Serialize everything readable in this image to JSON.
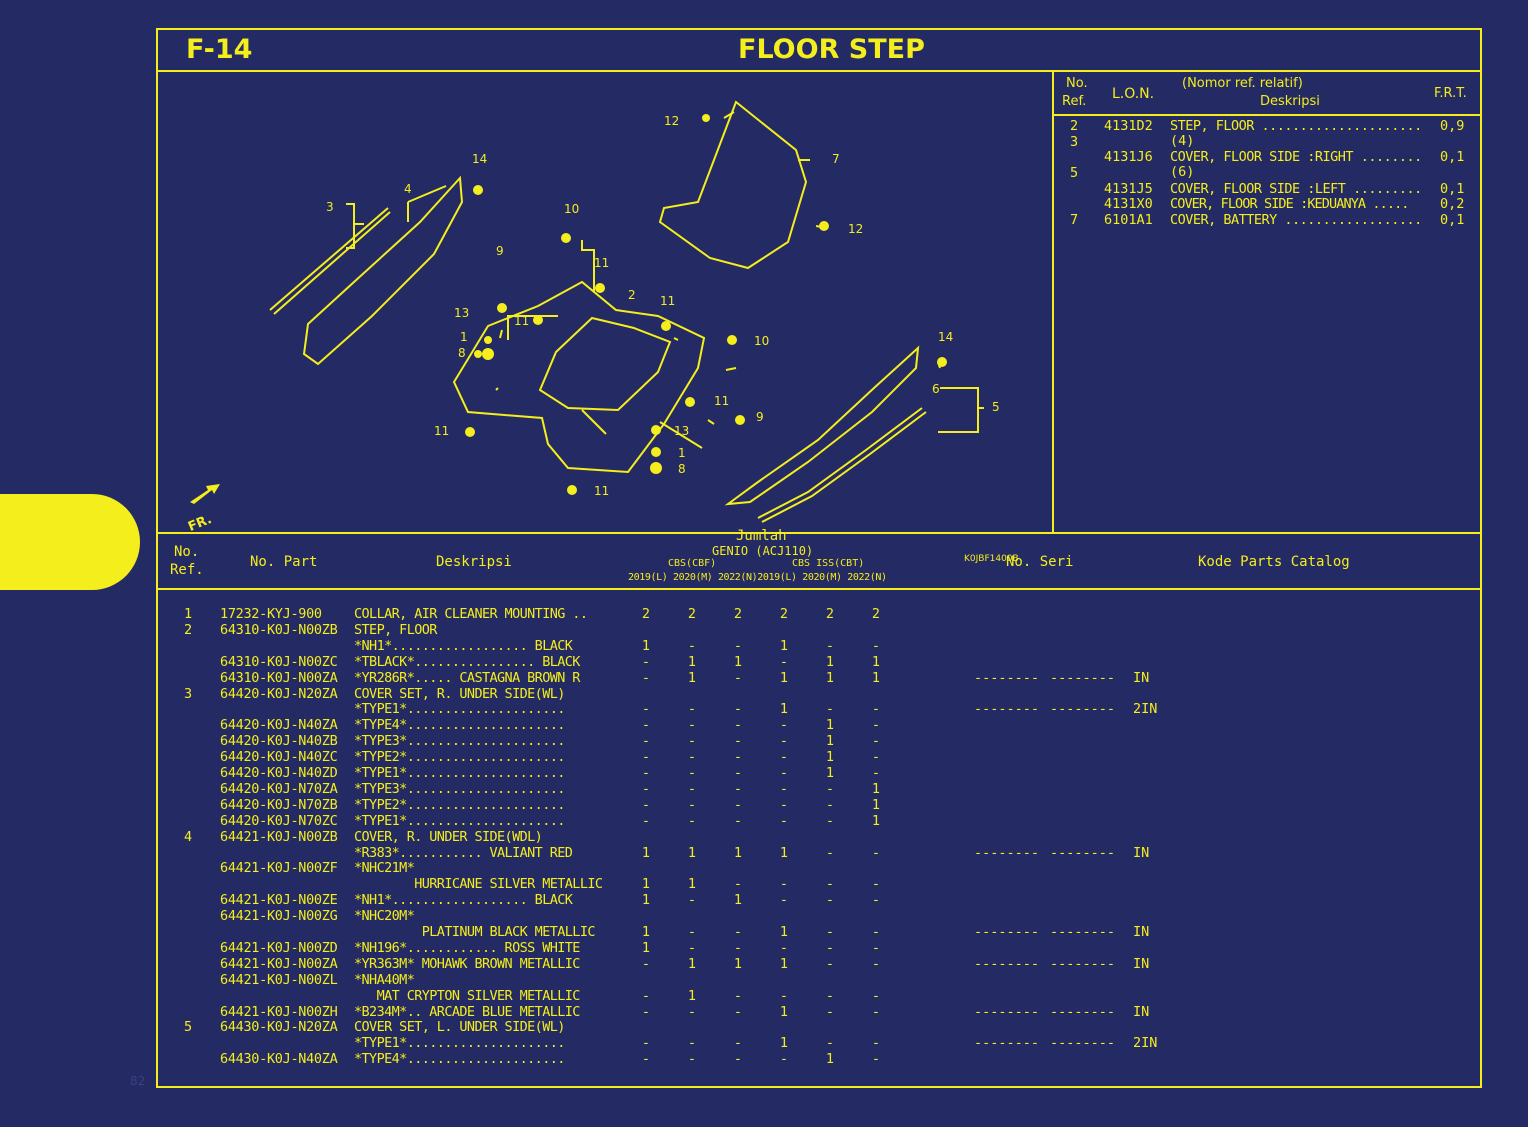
{
  "section_code": "F-14",
  "section_title": "FLOOR STEP",
  "drawing_id": "K0JBF1400B",
  "front_marker": "FR.",
  "callouts": [
    "1",
    "2",
    "3",
    "4",
    "5",
    "6",
    "7",
    "8",
    "9",
    "10",
    "11",
    "12",
    "13",
    "14"
  ],
  "ref_table": {
    "headers": {
      "no": "No.",
      "ref": "Ref.",
      "lon": "L.O.N.",
      "nomor": "(Nomor ref. relatif)",
      "deskripsi": "Deskripsi",
      "frt": "F.R.T."
    },
    "rows": [
      {
        "ref": "2",
        "lon": "4131D2",
        "desc": "STEP, FLOOR",
        "frt": "0,9",
        "note": "(4)"
      },
      {
        "ref": "3",
        "lon": "",
        "desc": "",
        "frt": "",
        "note": ""
      },
      {
        "ref": "",
        "lon": "4131J6",
        "desc": "COVER, FLOOR SIDE :RIGHT",
        "frt": "0,1",
        "note": "(6)"
      },
      {
        "ref": "5",
        "lon": "",
        "desc": "",
        "frt": "",
        "note": ""
      },
      {
        "ref": "",
        "lon": "4131J5",
        "desc": "COVER, FLOOR SIDE :LEFT",
        "frt": "0,1",
        "note": ""
      },
      {
        "ref": "",
        "lon": "4131X0",
        "desc": "COVER, FLOOR SIDE :KEDUANYA",
        "frt": "0,2",
        "note": ""
      },
      {
        "ref": "7",
        "lon": "6101A1",
        "desc": "COVER, BATTERY",
        "frt": "0,1",
        "note": ""
      }
    ]
  },
  "parts_header": {
    "no": "No.",
    "ref": "Ref.",
    "part": "No. Part",
    "desc": "Deskripsi",
    "jumlah": "Jumlah",
    "model": "GENIO (ACJ110)",
    "group1": "CBS(CBF)",
    "group2": "CBS ISS(CBT)",
    "years": [
      "2019(L)",
      "2020(M)",
      "2022(N)",
      "2019(L)",
      "2020(M)",
      "2022(N)"
    ],
    "seri": "No. Seri",
    "kode": "Kode Parts Catalog"
  },
  "parts": [
    {
      "ref": "1",
      "part": "17232-KYJ-900",
      "desc": "COLLAR, AIR CLEANER MOUNTING ..",
      "q": [
        "2",
        "2",
        "2",
        "2",
        "2",
        "2"
      ],
      "seri1": "",
      "seri2": "",
      "kode": ""
    },
    {
      "ref": "2",
      "part": "64310-K0J-N00ZB",
      "desc": "STEP, FLOOR",
      "q": [
        "",
        "",
        "",
        "",
        "",
        ""
      ],
      "seri1": "",
      "seri2": "",
      "kode": ""
    },
    {
      "ref": "",
      "part": "",
      "desc": "*NH1*.................. BLACK",
      "q": [
        "1",
        "-",
        "-",
        "1",
        "-",
        "-"
      ],
      "seri1": "",
      "seri2": "",
      "kode": ""
    },
    {
      "ref": "",
      "part": "64310-K0J-N00ZC",
      "desc": "*TBLACK*................ BLACK",
      "q": [
        "-",
        "1",
        "1",
        "-",
        "1",
        "1"
      ],
      "seri1": "",
      "seri2": "",
      "kode": ""
    },
    {
      "ref": "",
      "part": "64310-K0J-N00ZA",
      "desc": "*YR286R*..... CASTAGNA BROWN R",
      "q": [
        "-",
        "1",
        "-",
        "1",
        "1",
        "1"
      ],
      "seri1": "--------",
      "seri2": "--------",
      "kode": "IN"
    },
    {
      "ref": "3",
      "part": "64420-K0J-N20ZA",
      "desc": "COVER SET, R. UNDER SIDE(WL)",
      "q": [
        "",
        "",
        "",
        "",
        "",
        ""
      ],
      "seri1": "",
      "seri2": "",
      "kode": ""
    },
    {
      "ref": "",
      "part": "",
      "desc": "*TYPE1*.....................",
      "q": [
        "-",
        "-",
        "-",
        "1",
        "-",
        "-"
      ],
      "seri1": "--------",
      "seri2": "--------",
      "kode": "2IN"
    },
    {
      "ref": "",
      "part": "64420-K0J-N40ZA",
      "desc": "*TYPE4*.....................",
      "q": [
        "-",
        "-",
        "-",
        "-",
        "1",
        "-"
      ],
      "seri1": "",
      "seri2": "",
      "kode": ""
    },
    {
      "ref": "",
      "part": "64420-K0J-N40ZB",
      "desc": "*TYPE3*.....................",
      "q": [
        "-",
        "-",
        "-",
        "-",
        "1",
        "-"
      ],
      "seri1": "",
      "seri2": "",
      "kode": ""
    },
    {
      "ref": "",
      "part": "64420-K0J-N40ZC",
      "desc": "*TYPE2*.....................",
      "q": [
        "-",
        "-",
        "-",
        "-",
        "1",
        "-"
      ],
      "seri1": "",
      "seri2": "",
      "kode": ""
    },
    {
      "ref": "",
      "part": "64420-K0J-N40ZD",
      "desc": "*TYPE1*.....................",
      "q": [
        "-",
        "-",
        "-",
        "-",
        "1",
        "-"
      ],
      "seri1": "",
      "seri2": "",
      "kode": ""
    },
    {
      "ref": "",
      "part": "64420-K0J-N70ZA",
      "desc": "*TYPE3*.....................",
      "q": [
        "-",
        "-",
        "-",
        "-",
        "-",
        "1"
      ],
      "seri1": "",
      "seri2": "",
      "kode": ""
    },
    {
      "ref": "",
      "part": "64420-K0J-N70ZB",
      "desc": "*TYPE2*.....................",
      "q": [
        "-",
        "-",
        "-",
        "-",
        "-",
        "1"
      ],
      "seri1": "",
      "seri2": "",
      "kode": ""
    },
    {
      "ref": "",
      "part": "64420-K0J-N70ZC",
      "desc": "*TYPE1*.....................",
      "q": [
        "-",
        "-",
        "-",
        "-",
        "-",
        "1"
      ],
      "seri1": "",
      "seri2": "",
      "kode": ""
    },
    {
      "ref": "4",
      "part": "64421-K0J-N00ZB",
      "desc": "COVER, R. UNDER SIDE(WDL)",
      "q": [
        "",
        "",
        "",
        "",
        "",
        ""
      ],
      "seri1": "",
      "seri2": "",
      "kode": ""
    },
    {
      "ref": "",
      "part": "",
      "desc": "*R383*........... VALIANT RED",
      "q": [
        "1",
        "1",
        "1",
        "1",
        "-",
        "-"
      ],
      "seri1": "--------",
      "seri2": "--------",
      "kode": "IN"
    },
    {
      "ref": "",
      "part": "64421-K0J-N00ZF",
      "desc": "*NHC21M*",
      "q": [
        "",
        "",
        "",
        "",
        "",
        ""
      ],
      "seri1": "",
      "seri2": "",
      "kode": ""
    },
    {
      "ref": "",
      "part": "",
      "desc": "        HURRICANE SILVER METALLIC",
      "q": [
        "1",
        "1",
        "-",
        "-",
        "-",
        "-"
      ],
      "seri1": "",
      "seri2": "",
      "kode": ""
    },
    {
      "ref": "",
      "part": "64421-K0J-N00ZE",
      "desc": "*NH1*.................. BLACK",
      "q": [
        "1",
        "-",
        "1",
        "-",
        "-",
        "-"
      ],
      "seri1": "",
      "seri2": "",
      "kode": ""
    },
    {
      "ref": "",
      "part": "64421-K0J-N00ZG",
      "desc": "*NHC20M*",
      "q": [
        "",
        "",
        "",
        "",
        "",
        ""
      ],
      "seri1": "",
      "seri2": "",
      "kode": ""
    },
    {
      "ref": "",
      "part": "",
      "desc": "         PLATINUM BLACK METALLIC",
      "q": [
        "1",
        "-",
        "-",
        "1",
        "-",
        "-"
      ],
      "seri1": "--------",
      "seri2": "--------",
      "kode": "IN"
    },
    {
      "ref": "",
      "part": "64421-K0J-N00ZD",
      "desc": "*NH196*............ ROSS WHITE",
      "q": [
        "1",
        "-",
        "-",
        "-",
        "-",
        "-"
      ],
      "seri1": "",
      "seri2": "",
      "kode": ""
    },
    {
      "ref": "",
      "part": "64421-K0J-N00ZA",
      "desc": "*YR363M* MOHAWK BROWN METALLIC",
      "q": [
        "-",
        "1",
        "1",
        "1",
        "-",
        "-"
      ],
      "seri1": "--------",
      "seri2": "--------",
      "kode": "IN"
    },
    {
      "ref": "",
      "part": "64421-K0J-N00ZL",
      "desc": "*NHA40M*",
      "q": [
        "",
        "",
        "",
        "",
        "",
        ""
      ],
      "seri1": "",
      "seri2": "",
      "kode": ""
    },
    {
      "ref": "",
      "part": "",
      "desc": "   MAT CRYPTON SILVER METALLIC",
      "q": [
        "-",
        "1",
        "-",
        "-",
        "-",
        "-"
      ],
      "seri1": "",
      "seri2": "",
      "kode": ""
    },
    {
      "ref": "",
      "part": "64421-K0J-N00ZH",
      "desc": "*B234M*.. ARCADE BLUE METALLIC",
      "q": [
        "-",
        "-",
        "-",
        "1",
        "-",
        "-"
      ],
      "seri1": "--------",
      "seri2": "--------",
      "kode": "IN"
    },
    {
      "ref": "5",
      "part": "64430-K0J-N20ZA",
      "desc": "COVER SET, L. UNDER SIDE(WL)",
      "q": [
        "",
        "",
        "",
        "",
        "",
        ""
      ],
      "seri1": "",
      "seri2": "",
      "kode": ""
    },
    {
      "ref": "",
      "part": "",
      "desc": "*TYPE1*.....................",
      "q": [
        "-",
        "-",
        "-",
        "1",
        "-",
        "-"
      ],
      "seri1": "--------",
      "seri2": "--------",
      "kode": "2IN"
    },
    {
      "ref": "",
      "part": "64430-K0J-N40ZA",
      "desc": "*TYPE4*.....................",
      "q": [
        "-",
        "-",
        "-",
        "-",
        "1",
        "-"
      ],
      "seri1": "",
      "seri2": "",
      "kode": ""
    }
  ],
  "page_number": "82",
  "colors": {
    "background": "#242a63",
    "ink": "#f4ee1c"
  }
}
